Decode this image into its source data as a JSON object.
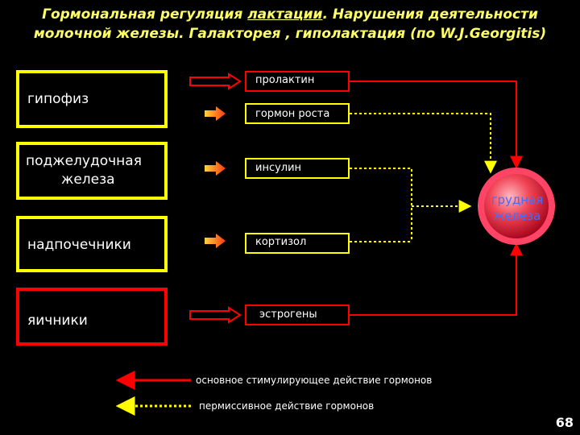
{
  "title": {
    "line1_prefix": "Гормональная регуляция ",
    "line1_link": "лактации",
    "line1_suffix": ". Нарушения деятельности",
    "line2": "молочной железы. Галакторея , гиполактация (по W.J.Georgitis)"
  },
  "organs": {
    "pituitary": "гипофиз",
    "pancreas_line1": "поджелудочная",
    "pancreas_line2": "железа",
    "adrenals": "надпочечники",
    "ovaries": "яичники"
  },
  "hormones": {
    "prolactin": "пролактин",
    "growth_hormone": "гормон роста",
    "insulin": "инсулин",
    "cortisol": "кортизол",
    "estrogens": "эстрогены"
  },
  "target": {
    "line1": "грудная",
    "line2": "железа"
  },
  "legend": {
    "main": "основное стимулирующее действие гормонов",
    "permissive": "пермиссивное действие гормонов"
  },
  "page_number": "68",
  "colors": {
    "background": "#000000",
    "title": "#FFFF66",
    "main_action": "#FF0000",
    "permissive_action": "#FFFF00",
    "gland": "#FF4466",
    "gland_label": "#3F6FFF"
  }
}
